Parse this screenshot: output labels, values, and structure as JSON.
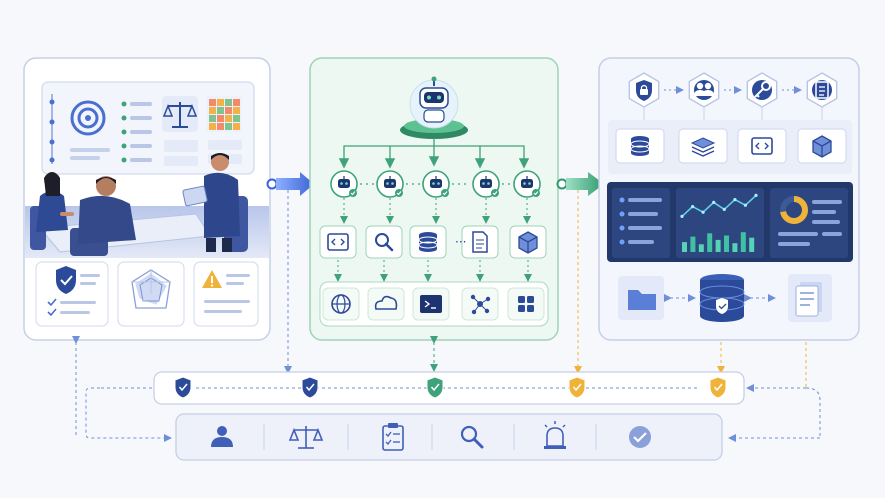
{
  "colors": {
    "background": "#f6f8fc",
    "blue_accent": "#4a6fd1",
    "navy": "#1e3470",
    "green_accent": "#3ea27a",
    "green_panel": "#eef8f2",
    "amber": "#f0b33a",
    "dashboard_dark": "#22376a",
    "panel_border": "#c5cfe6"
  },
  "left_panel": {
    "scene": "governance-meeting",
    "cards": [
      {
        "icon": "shield-check-icon"
      },
      {
        "icon": "radar-chart-icon"
      },
      {
        "icon": "warning-icon"
      }
    ]
  },
  "center_panel": {
    "hub_icon": "robot-icon",
    "agents": 5,
    "tools": [
      "code-icon",
      "search-icon",
      "database-icon",
      "document-icon",
      "cube-icon"
    ],
    "resources": [
      "globe-icon",
      "cloud-icon",
      "terminal-icon",
      "network-icon",
      "apps-grid-icon"
    ]
  },
  "right_panel": {
    "top_steps": [
      "shield-lock-icon",
      "users-icon",
      "key-icon",
      "checklist-icon"
    ],
    "stores": [
      "database-icon",
      "layers-icon",
      "code-icon",
      "cube-icon"
    ],
    "dashboard": {
      "line_values": [
        0.2,
        0.55,
        0.35,
        0.7,
        0.45,
        0.8,
        0.6,
        0.95
      ],
      "bar_values": [
        0.45,
        0.7,
        0.35,
        0.85,
        0.55,
        0.75,
        0.4,
        0.9,
        0.65
      ],
      "donut_fraction": 0.72
    },
    "bottom_items": [
      "folder-icon",
      "secure-database-icon",
      "documents-icon"
    ]
  },
  "guardrail_strip": {
    "shields": [
      {
        "color": "#2c4a9a"
      },
      {
        "color": "#2c4a9a"
      },
      {
        "color": "#3ea27a"
      },
      {
        "color": "#f0b33a"
      },
      {
        "color": "#f0b33a"
      }
    ]
  },
  "oversight_bar": {
    "icons": [
      "user-icon",
      "scales-icon",
      "clipboard-icon",
      "magnifier-icon",
      "alarm-icon",
      "check-circle-icon"
    ]
  }
}
